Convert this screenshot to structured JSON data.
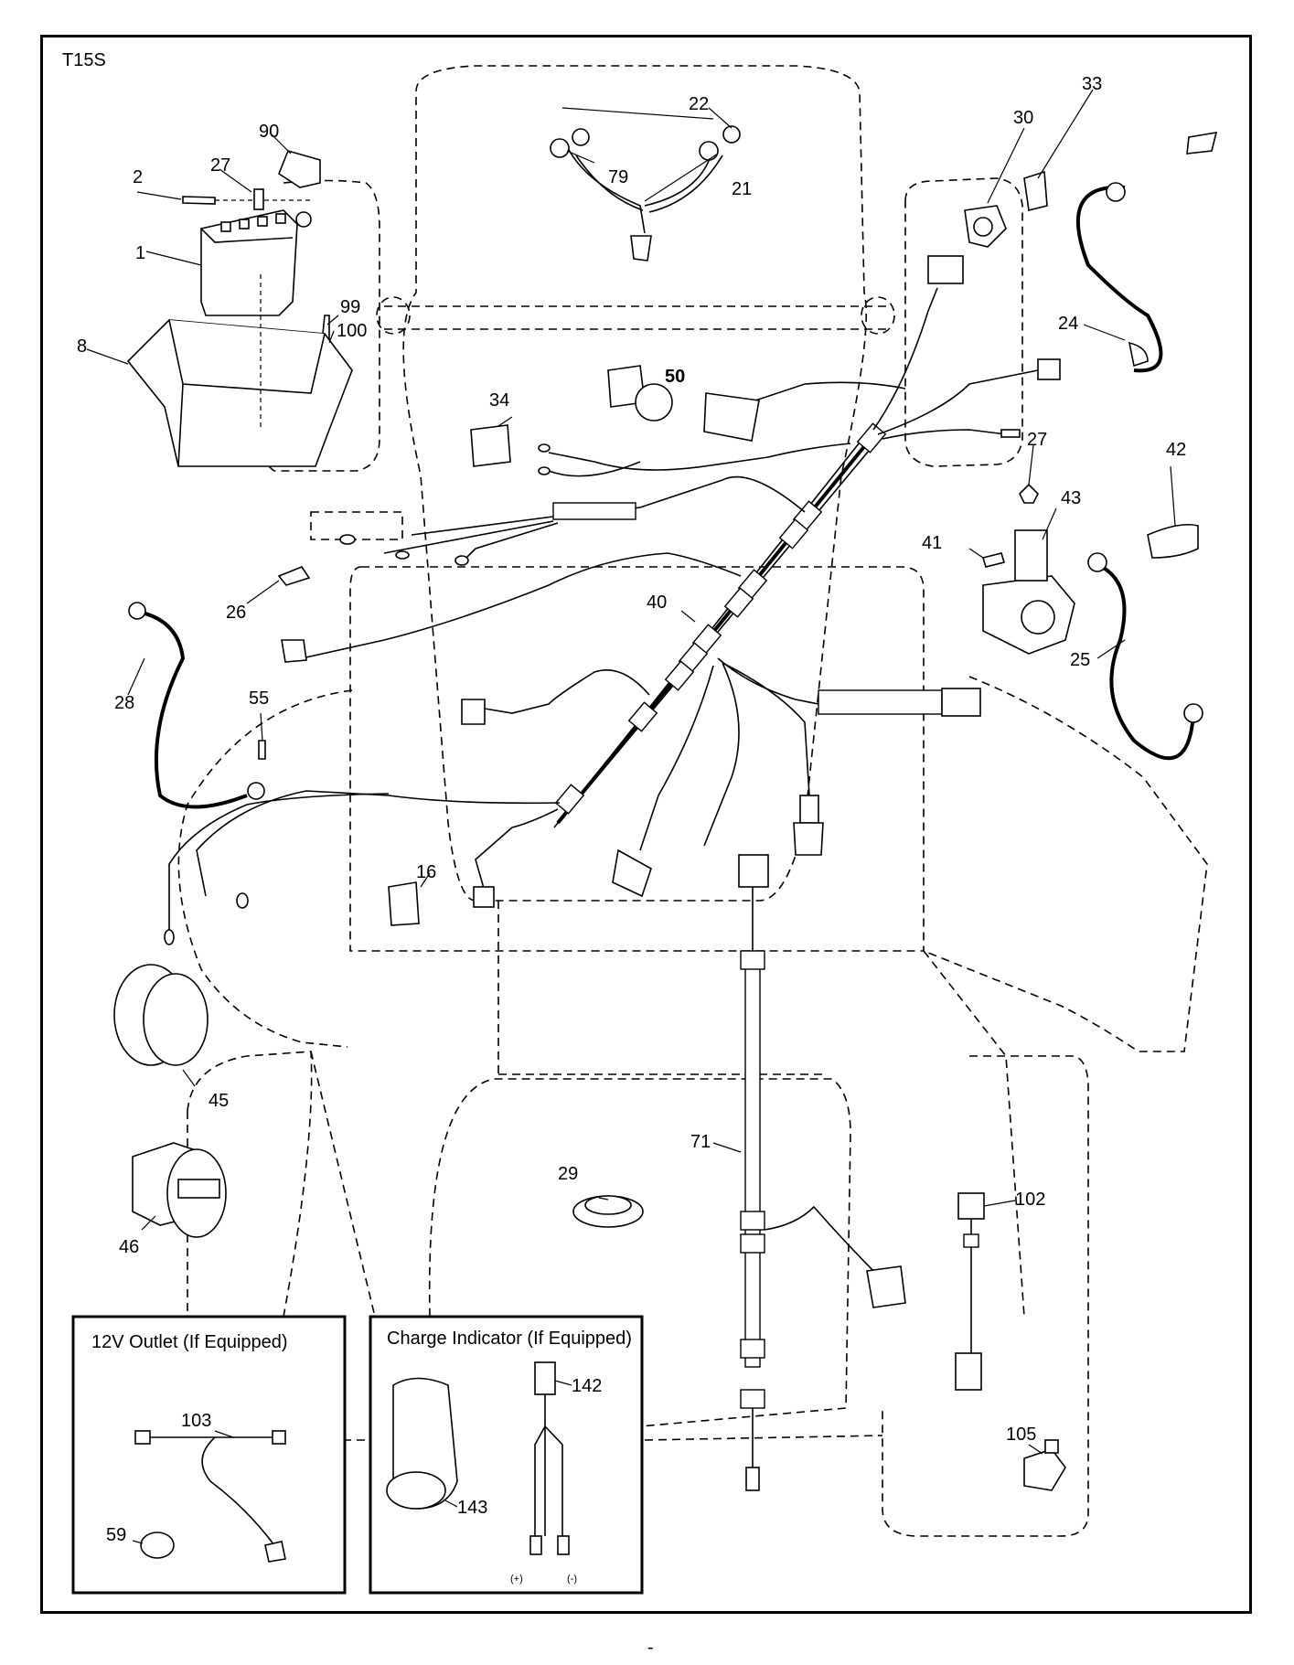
{
  "model": "T15S",
  "insets": {
    "outlet_title": "12V Outlet  (If Equipped)",
    "charge_title": "Charge Indicator (If Equipped)"
  },
  "polarity": {
    "plus": "(+)",
    "minus": "(-)"
  },
  "footer_mark": "-",
  "callouts": {
    "c1": "1",
    "c2": "2",
    "c8": "8",
    "c16": "16",
    "c21": "21",
    "c22": "22",
    "c24": "24",
    "c25": "25",
    "c26": "26",
    "c27a": "27",
    "c27b": "27",
    "c28": "28",
    "c29": "29",
    "c30": "30",
    "c33": "33",
    "c34": "34",
    "c40": "40",
    "c41": "41",
    "c42": "42",
    "c43": "43",
    "c45": "45",
    "c46": "46",
    "c50": "50",
    "c55": "55",
    "c59": "59",
    "c71": "71",
    "c79": "79",
    "c90": "90",
    "c99": "99",
    "c100": "100",
    "c102": "102",
    "c103": "103",
    "c105": "105",
    "c142": "142",
    "c143": "143"
  }
}
